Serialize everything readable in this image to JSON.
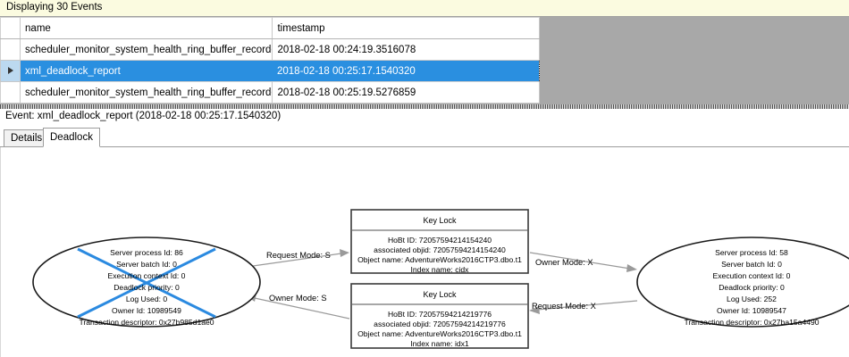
{
  "banner": {
    "text": "Displaying 30 Events"
  },
  "grid": {
    "columns": [
      "",
      "name",
      "timestamp"
    ],
    "rows": [
      {
        "selector": "",
        "name": "scheduler_monitor_system_health_ring_buffer_recorded",
        "timestamp": "2018-02-18 00:24:19.3516078",
        "selected": false
      },
      {
        "selector": "▶",
        "name": "xml_deadlock_report",
        "timestamp": "2018-02-18 00:25:17.1540320",
        "selected": true
      },
      {
        "selector": "",
        "name": "scheduler_monitor_system_health_ring_buffer_recorded",
        "timestamp": "2018-02-18 00:25:19.5276859",
        "selected": false
      }
    ]
  },
  "event_label": {
    "text": "Event: xml_deadlock_report (2018-02-18 00:25:17.1540320)"
  },
  "tabs": [
    {
      "label": "Details",
      "active": false
    },
    {
      "label": "Deadlock",
      "active": true
    }
  ],
  "deadlock_graph": {
    "process_left": {
      "is_victim": true,
      "lines": [
        "Server process Id: 86",
        "Server batch Id: 0",
        "Execution context Id: 0",
        "Deadlock priority: 0",
        "Log Used: 0",
        "Owner Id: 10989549",
        "Transaction descriptor: 0x27b985d1ae0"
      ]
    },
    "process_right": {
      "is_victim": false,
      "lines": [
        "Server process Id: 58",
        "Server batch Id: 0",
        "Execution context Id: 0",
        "Deadlock priority: 0",
        "Log Used: 252",
        "Owner Id: 10989547",
        "Transaction descriptor: 0x27ba15a4490"
      ]
    },
    "resource_top": {
      "title": "Key Lock",
      "lines": [
        "HoBt ID: 72057594214154240",
        "associated objid: 72057594214154240",
        "Object name: AdventureWorks2016CTP3.dbo.t1",
        "Index name: cidx"
      ]
    },
    "resource_bottom": {
      "title": "Key Lock",
      "lines": [
        "HoBt ID: 72057594214219776",
        "associated objid: 72057594214219776",
        "Object name: AdventureWorks2016CTP3.dbo.t1",
        "Index name: idx1"
      ]
    },
    "edges": [
      {
        "label": "Request Mode: S",
        "from": "process_left",
        "to": "resource_top"
      },
      {
        "label": "Owner Mode: X",
        "from": "resource_top",
        "to": "process_right"
      },
      {
        "label": "Owner Mode: S",
        "from": "resource_bottom",
        "to": "process_left"
      },
      {
        "label": "Request Mode: X",
        "from": "process_right",
        "to": "resource_bottom"
      }
    ],
    "colors": {
      "victim_cross": "#2b8ae0",
      "edge": "#9a9a9a",
      "node_border": "#1a1a1a"
    }
  }
}
